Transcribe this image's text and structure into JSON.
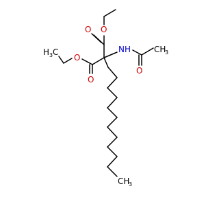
{
  "molecule": {
    "atom_labels": {
      "o_top_ester_carbonyl": "O",
      "o_top_ester_link": "O",
      "o_left_ester_link": "O",
      "o_left_ester_carbonyl": "O",
      "amide_n": "NH",
      "amide_o": "O",
      "ch3_left": "H",
      "ch3_left_sub": "3",
      "ch3_left_c": "C",
      "ch3_right": "CH",
      "ch3_right_sub": "3",
      "ch3_bottom": "CH",
      "ch3_bottom_sub": "3"
    },
    "colors": {
      "bond": "#000000",
      "oxygen": "#cc0000",
      "nitrogen": "#0000cc",
      "carbon_hydrogen": "#000000"
    }
  }
}
